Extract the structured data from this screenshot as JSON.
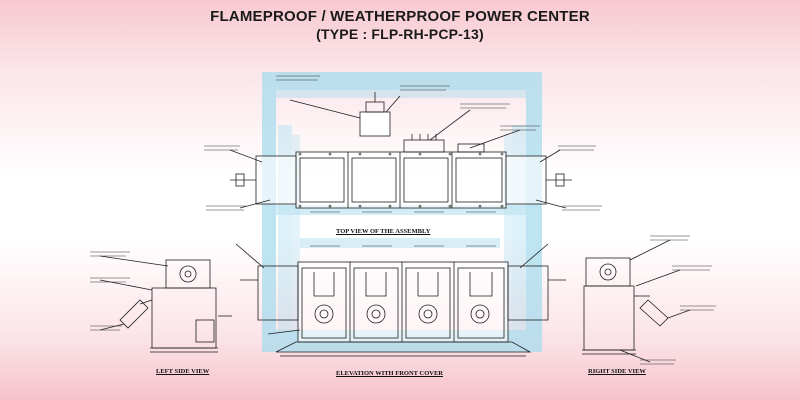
{
  "header": {
    "title": "FLAMEPROOF / WEATHERPROOF POWER CENTER",
    "subtitle": "(TYPE : FLP-RH-PCP-13)"
  },
  "views": {
    "top": "TOP VIEW OF THE ASSEMBLY",
    "elevation": "ELEVATION WITH FRONT COVER",
    "left": "LEFT SIDE VIEW",
    "right": "RIGHT SIDE VIEW"
  },
  "colors": {
    "highlight": "#a9dcee",
    "line": "#1f1f1f"
  }
}
